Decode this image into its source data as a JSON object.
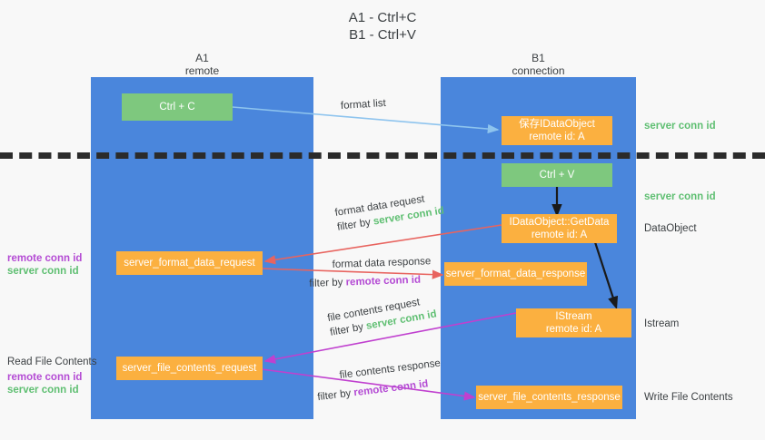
{
  "title": {
    "line1": "A1 - Ctrl+C",
    "line2": "B1 - Ctrl+V"
  },
  "columns": [
    {
      "name": "A1",
      "sub": "remote"
    },
    {
      "name": "B1",
      "sub": "connection"
    }
  ],
  "nodes": {
    "ctrl_c": "Ctrl + C",
    "ctrl_v": "Ctrl + V",
    "idataobject_l1": "保存IDataObject",
    "idataobject_l2": "remote id: A",
    "getdata_l1": "IDataObject::GetData",
    "getdata_l2": "remote id: A",
    "istream_l1": "IStream",
    "istream_l2": "remote id: A",
    "server_format_data_request": "server_format_data_request",
    "server_format_data_response": "server_format_data_response",
    "server_file_contents_request": "server_file_contents_request",
    "server_file_contents_response": "server_file_contents_response"
  },
  "edges": {
    "format_list": "format list",
    "format_data_request": "format data request",
    "format_data_request_filter_prefix": "filter by ",
    "format_data_request_filter_value": "server conn id",
    "format_data_response": "format data response",
    "format_data_response_filter_prefix": "filter by ",
    "format_data_response_filter_value": "remote conn id",
    "file_contents_request": "file contents request",
    "file_contents_request_filter_prefix": "filter by ",
    "file_contents_request_filter_value": "server conn id",
    "file_contents_response": "file contents response",
    "file_contents_response_filter_prefix": "filter by ",
    "file_contents_response_filter_value": "remote conn id"
  },
  "annotations": {
    "right_server_conn_id_top": "server conn id",
    "right_server_conn_id_mid": "server conn id",
    "right_dataobject": "DataObject",
    "right_istream": "Istream",
    "right_write_file_contents": "Write File Contents",
    "left_remote_conn_id_upper": "remote conn id",
    "left_server_conn_id_upper": "server conn id",
    "left_read_file_contents": "Read File Contents",
    "left_remote_conn_id_lower": "remote conn id",
    "left_server_conn_id_lower": "server conn id"
  },
  "colors": {
    "lane": "#4a86dc",
    "green_node": "#7ec87e",
    "orange_node": "#fbb040",
    "arrow_light_blue": "#8ec4ee",
    "arrow_red": "#e8645f",
    "arrow_magenta": "#c040cf",
    "arrow_black": "#1a1a1a",
    "text_green": "#5fbf72",
    "text_purple": "#b44bd4",
    "background": "#f8f8f8"
  }
}
